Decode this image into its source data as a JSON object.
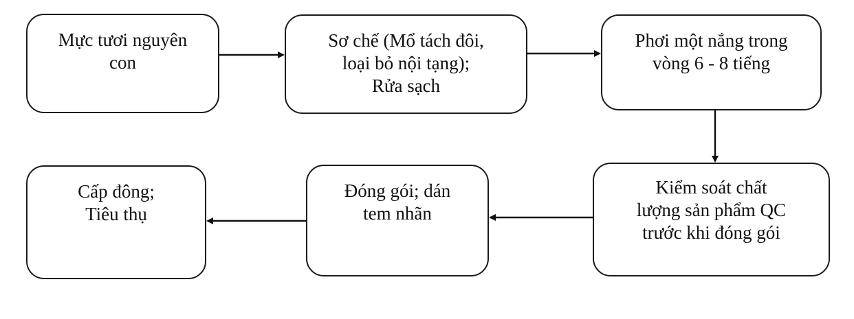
{
  "diagram": {
    "nodes": [
      {
        "id": "n1",
        "lines": [
          "Mực tươi nguyên",
          "con"
        ]
      },
      {
        "id": "n2",
        "lines": [
          "Sơ chế (Mổ tách đôi,",
          "loại bỏ nội tạng);",
          "Rửa sạch"
        ]
      },
      {
        "id": "n3",
        "lines": [
          "Phơi một nắng trong",
          "vòng 6 - 8 tiếng"
        ]
      },
      {
        "id": "n4",
        "lines": [
          "Kiểm soát chất",
          "lượng sản phẩm QC",
          "trước khi đóng gói"
        ]
      },
      {
        "id": "n5",
        "lines": [
          "Đóng gói; dán",
          "tem nhãn"
        ]
      },
      {
        "id": "n6",
        "lines": [
          "Cấp đông;",
          "Tiêu thụ"
        ]
      }
    ],
    "edges": [
      {
        "from": "n1",
        "to": "n2"
      },
      {
        "from": "n2",
        "to": "n3"
      },
      {
        "from": "n3",
        "to": "n4"
      },
      {
        "from": "n4",
        "to": "n5"
      },
      {
        "from": "n5",
        "to": "n6"
      }
    ]
  }
}
